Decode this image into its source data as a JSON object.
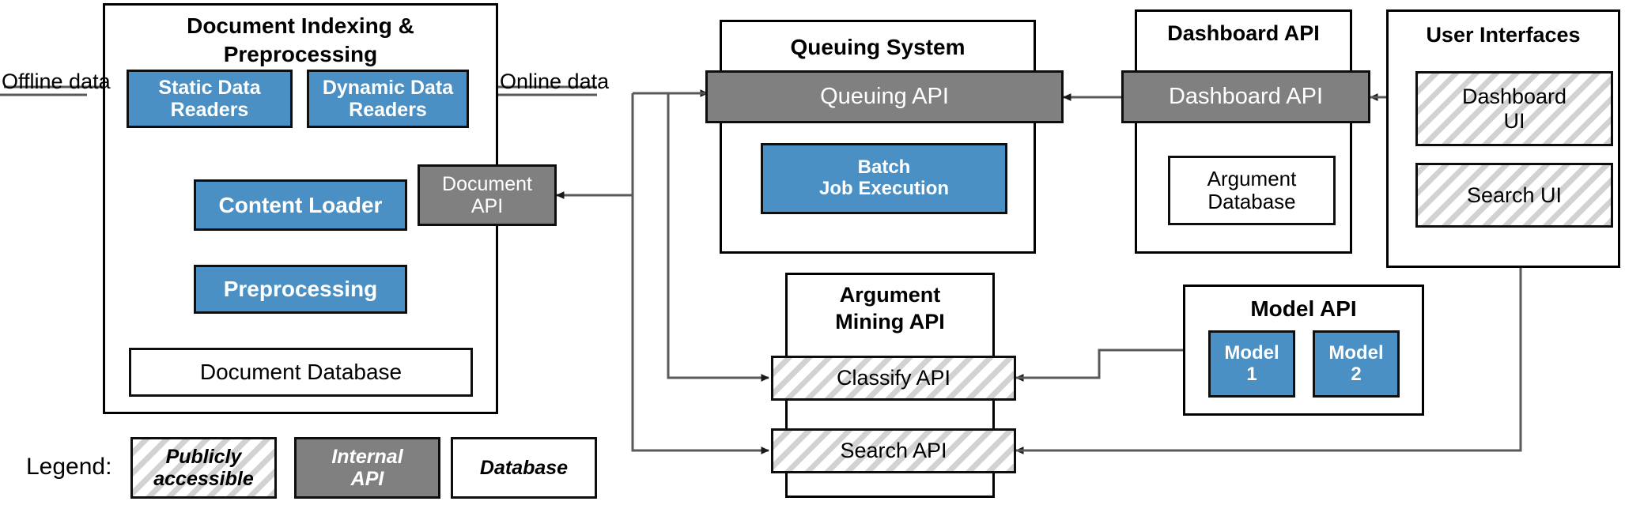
{
  "diagram": {
    "title_hidden": "",
    "groups": {
      "indexing": {
        "title_line1": "Document Indexing &",
        "title_line2": "Preprocessing"
      },
      "queuing": {
        "title": "Queuing System"
      },
      "dashboard": {
        "title": "Dashboard API"
      },
      "user_interfaces": {
        "title": "User Interfaces"
      },
      "argument_mining": {
        "title_line1": "Argument",
        "title_line2": "Mining API"
      },
      "model": {
        "title": "Model API"
      }
    },
    "nodes": {
      "static_data_readers": {
        "line1": "Static Data",
        "line2": "Readers",
        "style": "blue"
      },
      "dynamic_data_readers": {
        "line1": "Dynamic Data",
        "line2": "Readers",
        "style": "blue"
      },
      "content_loader": {
        "label": "Content Loader",
        "style": "blue"
      },
      "preprocessing": {
        "label": "Preprocessing",
        "style": "blue"
      },
      "document_database": {
        "label": "Document Database",
        "style": "white"
      },
      "document_api": {
        "line1": "Document",
        "line2": "API",
        "style": "gray"
      },
      "queuing_api": {
        "label": "Queuing API",
        "style": "gray"
      },
      "batch_job_execution": {
        "line1": "Batch",
        "line2": "Job Execution",
        "style": "blue"
      },
      "dashboard_api": {
        "label": "Dashboard API",
        "style": "gray"
      },
      "argument_database": {
        "line1": "Argument",
        "line2": "Database",
        "style": "white"
      },
      "dashboard_ui": {
        "line1": "Dashboard",
        "line2": "UI",
        "style": "hatch"
      },
      "search_ui": {
        "label": "Search UI",
        "style": "hatch"
      },
      "classify_api": {
        "label": "Classify API",
        "style": "hatch"
      },
      "search_api": {
        "label": "Search API",
        "style": "hatch"
      },
      "model_1": {
        "line1": "Model",
        "line2": "1",
        "style": "blue"
      },
      "model_2": {
        "line1": "Model",
        "line2": "2",
        "style": "blue"
      }
    },
    "edge_labels": {
      "offline_data": "Offline data",
      "online_data": "Online data"
    },
    "legend": {
      "caption": "Legend:",
      "items": [
        {
          "line1": "Publicly",
          "line2": "accessible",
          "style": "hatch"
        },
        {
          "line1": "Internal",
          "line2": "API",
          "style": "gray"
        },
        {
          "line1": "Database",
          "line2": "",
          "style": "white"
        }
      ]
    },
    "colors": {
      "blue": "#4a90c4",
      "gray": "#808080",
      "hatch_stripe": "#d2d2d2",
      "line": "#595959",
      "border": "#0e0e0e"
    }
  }
}
